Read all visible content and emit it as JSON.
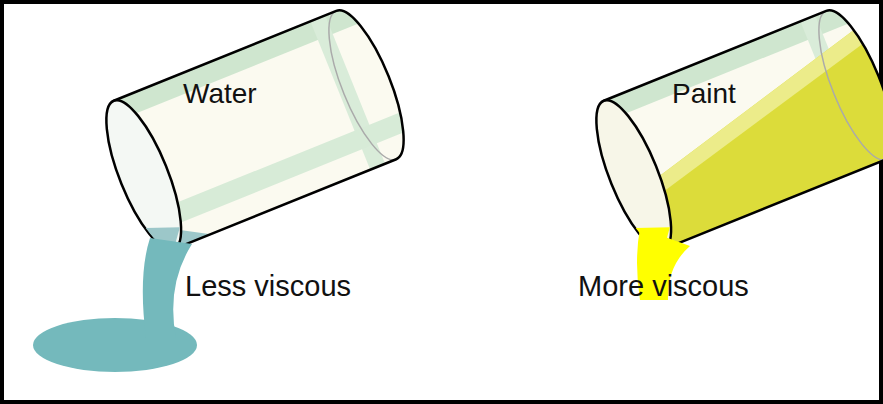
{
  "diagram": {
    "nodes": [
      {
        "text": [
          "Water"
        ]
      },
      {
        "text": [
          "Paint"
        ]
      }
    ],
    "labels": [
      "Less viscous",
      "More viscous"
    ]
  }
}
